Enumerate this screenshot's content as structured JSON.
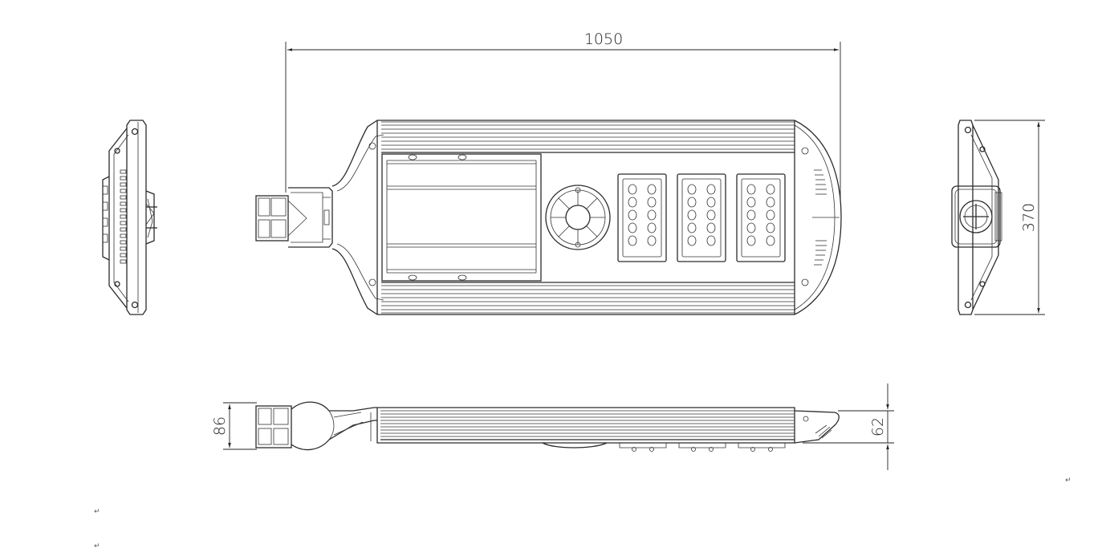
{
  "dimensions": {
    "length": "1050",
    "width": "370",
    "arm_height": "86",
    "body_height": "62"
  },
  "paragraph_marks": [
    "↵",
    "↵",
    "↵"
  ]
}
